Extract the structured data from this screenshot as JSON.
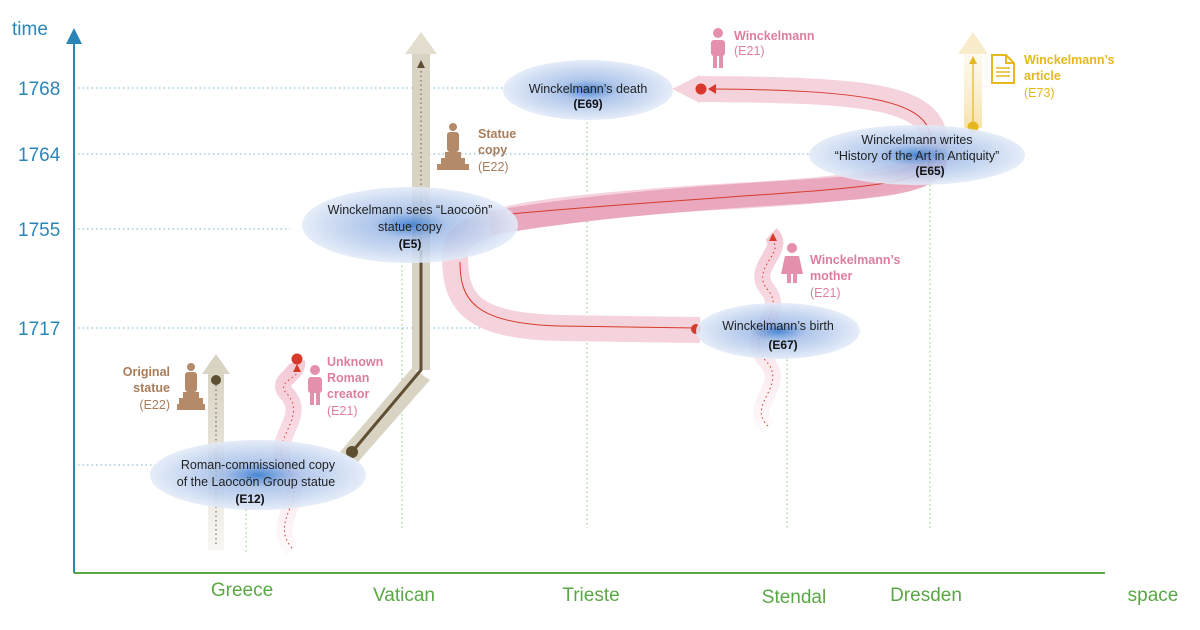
{
  "axes": {
    "time_label": "time",
    "space_label": "space",
    "years": [
      "1768",
      "1764",
      "1755",
      "1717"
    ],
    "places": [
      "Greece",
      "Vatican",
      "Trieste",
      "Stendal",
      "Dresden"
    ]
  },
  "events": {
    "death": {
      "title": "Winckelmann’s death",
      "code": "(E69)"
    },
    "writes": {
      "line1": "Winckelmann writes",
      "line2": "“History of the Art in Antiquity”",
      "code": "(E65)"
    },
    "sees": {
      "line1": "Winckelmann sees “Laocoön”",
      "line2": "statue copy",
      "code": "(E5)"
    },
    "birth": {
      "title": "Winckelmann’s birth",
      "code": "(E67)"
    },
    "copy": {
      "line1": "Roman-commissioned copy",
      "line2": "of the Laocoön Group statue",
      "code": "(E12)"
    }
  },
  "entities": {
    "winckelmann": {
      "name": "Winckelmann",
      "code": "(E21)"
    },
    "article": {
      "line1": "Winckelmann’s",
      "line2": "article",
      "code": "(E73)"
    },
    "statue_copy": {
      "line1": "Statue",
      "line2": "copy",
      "code": "(E22)"
    },
    "mother": {
      "line1": "Winckelmann’s",
      "line2": "mother",
      "code": "(E21)"
    },
    "original_statue": {
      "line1": "Original",
      "line2": "statue",
      "code": "(E22)"
    },
    "creator": {
      "line1": "Unknown",
      "line2": "Roman",
      "line3": "creator",
      "code": "(E21)"
    }
  },
  "colors": {
    "axis_blue": "#2a86b8",
    "space_green": "#5aa845",
    "person_pink": "#e8a3b9",
    "path_red": "#d73a2a",
    "statue_brown": "#a87d5b",
    "article_yellow": "#e5b820"
  }
}
